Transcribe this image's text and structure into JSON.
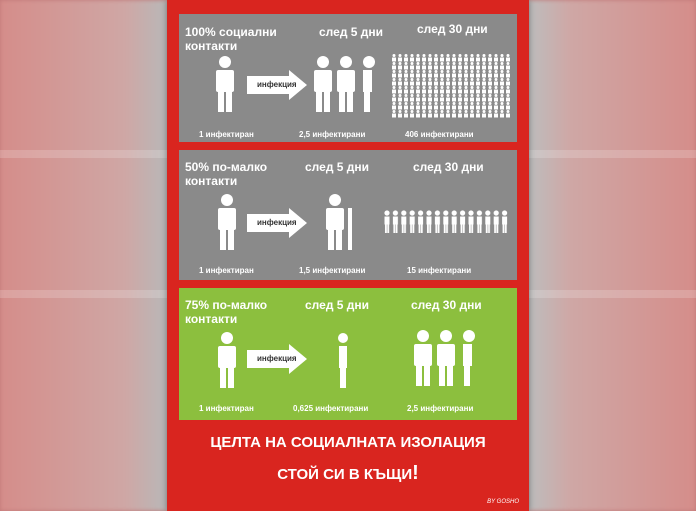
{
  "panels": [
    {
      "label": "100% социални контакти",
      "after5": "след 5 дни",
      "after30": "след 30 дни",
      "arrow_text": "инфекция",
      "cap_start": "1 инфектиран",
      "cap_5": "2,5 инфектирани",
      "cap_30": "406 инфектирани"
    },
    {
      "label": "50% по-малко контакти",
      "after5": "след 5 дни",
      "after30": "след 30 дни",
      "arrow_text": "инфекция",
      "cap_start": "1 инфектиран",
      "cap_5": "1,5 инфектирани",
      "cap_30": "15 инфектирани"
    },
    {
      "label": "75% по-малко контакти",
      "after5": "след 5 дни",
      "after30": "след 30 дни",
      "arrow_text": "инфекция",
      "cap_start": "1 инфектиран",
      "cap_5": "0,625 инфектирани",
      "cap_30": "2,5 инфектирани"
    }
  ],
  "footer": {
    "line1": "ЦЕЛТА НА СОЦИАЛНАТА ИЗОЛАЦИЯ",
    "line2": "СТОЙ СИ В КЪЩИ",
    "exclaim": "!",
    "byline": "BY GOSHO"
  },
  "colors": {
    "poster_red": "#d9251f",
    "panel_gray": "#8a8a8a",
    "panel_green": "#8cbf3e",
    "figure_white": "#ffffff"
  },
  "icons": [
    "person-icon",
    "arrow-right-icon"
  ]
}
